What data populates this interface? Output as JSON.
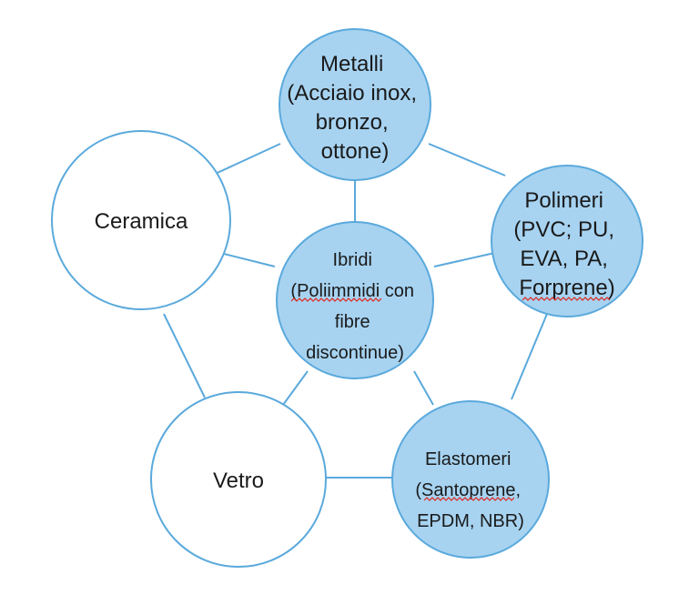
{
  "colors": {
    "blue_fill": "#a7d3f1",
    "white_fill": "#ffffff",
    "stroke": "#5aa9dc",
    "spellcheck": "#e0281c"
  },
  "nodes": {
    "metalli": {
      "lines": [
        "Metalli",
        "(Acciaio inox,",
        "bronzo,",
        "ottone)"
      ],
      "fill": "blue"
    },
    "polimeri": {
      "lines": [
        "Polimeri",
        "(PVC; PU,",
        "EVA, PA,",
        "Forprene)"
      ],
      "fill": "blue"
    },
    "ceramica": {
      "lines": [
        "Ceramica"
      ],
      "fill": "white"
    },
    "ibridi": {
      "lines": [
        "Ibridi",
        "(Poliimmidi con",
        "fibre",
        "discontinue)"
      ],
      "fill": "blue"
    },
    "vetro": {
      "lines": [
        "Vetro"
      ],
      "fill": "white"
    },
    "elastomeri": {
      "lines": [
        "Elastomeri",
        "(Santoprene,",
        "EPDM, NBR)"
      ],
      "fill": "blue"
    }
  }
}
